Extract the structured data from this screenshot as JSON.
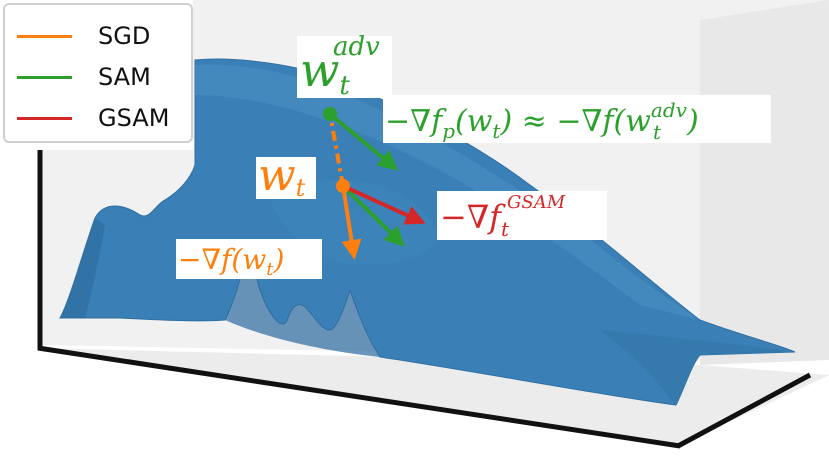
{
  "legend": {
    "items": [
      {
        "label": "SGD",
        "color": "#ff7f0e"
      },
      {
        "label": "SAM",
        "color": "#2ca02c"
      },
      {
        "label": "GSAM",
        "color": "#d62728"
      }
    ]
  },
  "labels": {
    "w_adv": {
      "base": "w",
      "sub": "t",
      "sup": "adv"
    },
    "w_t": {
      "base": "w",
      "sub": "t"
    },
    "sam_grad": {
      "text": "−∇f",
      "sub_p": "p",
      "mid": "(w",
      "sub_t": "t",
      "approx": ") ≈ −∇f(w",
      "sup": "adv",
      "sub2": "t",
      "close": ")"
    },
    "gsam_grad": {
      "text": "−∇f",
      "sub": "t",
      "sup": "GSAM"
    },
    "sgd_grad": {
      "text": "−∇f(w",
      "sub": "t",
      "close": ")"
    }
  },
  "colors": {
    "surface": "#3a7fb5",
    "surface_dark": "#2c6a9e",
    "sgd": "#ff7f0e",
    "sam": "#2ca02c",
    "gsam": "#d62728",
    "axis": "#111111",
    "pane": "#f0f0f0"
  }
}
